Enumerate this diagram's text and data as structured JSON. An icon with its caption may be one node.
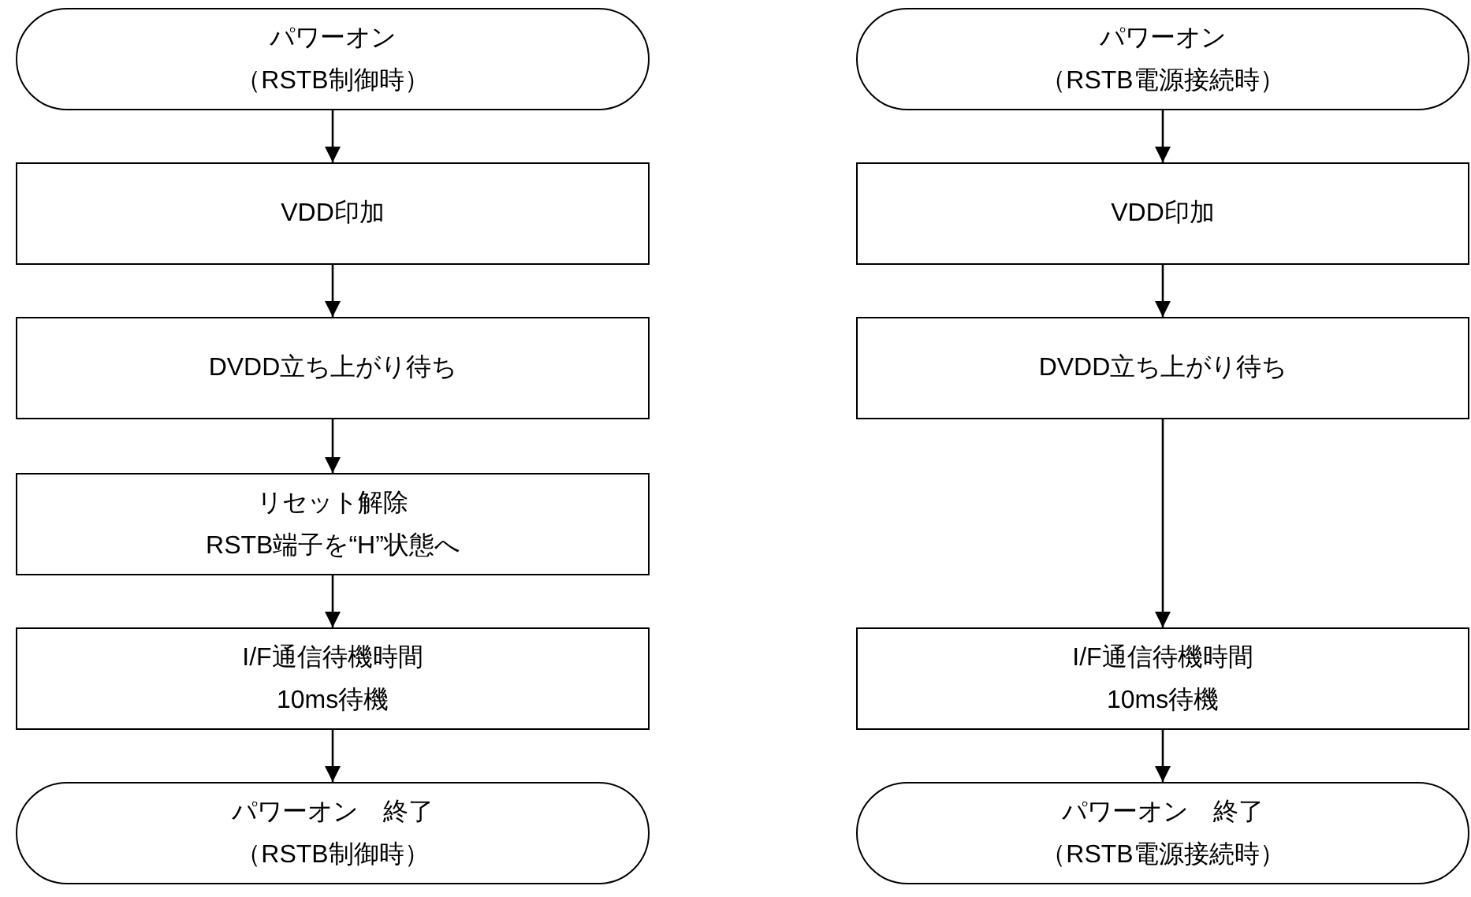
{
  "diagram": {
    "nodes": [
      {
        "text": [
          "パワーオン",
          "（RSTB制御時）"
        ]
      },
      {
        "text": [
          "VDD印加"
        ]
      },
      {
        "text": [
          "DVDD立ち上がり待ち"
        ]
      },
      {
        "text": [
          "リセット解除",
          "RSTB端子を“H”状態へ"
        ]
      },
      {
        "text": [
          "I/F通信待機時間",
          "10ms待機"
        ]
      },
      {
        "text": [
          "パワーオン　終了",
          "（RSTB制御時）"
        ]
      },
      {
        "text": [
          "パワーオン",
          "（RSTB電源接続時）"
        ]
      },
      {
        "text": [
          "VDD印加"
        ]
      },
      {
        "text": [
          "DVDD立ち上がり待ち"
        ]
      },
      {
        "text": [
          "I/F通信待機時間",
          "10ms待機"
        ]
      },
      {
        "text": [
          "パワーオン　終了",
          "（RSTB電源接続時）"
        ]
      }
    ],
    "edges": [
      {
        "from": 0,
        "to": 1,
        "arrow": "to"
      },
      {
        "from": 1,
        "to": 2,
        "arrow": "to"
      },
      {
        "from": 2,
        "to": 3,
        "arrow": "to"
      },
      {
        "from": 3,
        "to": 4,
        "arrow": "to"
      },
      {
        "from": 4,
        "to": 5,
        "arrow": "to"
      },
      {
        "from": 6,
        "to": 7,
        "arrow": "to"
      },
      {
        "from": 7,
        "to": 8,
        "arrow": "to"
      },
      {
        "from": 8,
        "to": 9,
        "arrow": "to"
      },
      {
        "from": 9,
        "to": 10,
        "arrow": "to"
      }
    ]
  }
}
